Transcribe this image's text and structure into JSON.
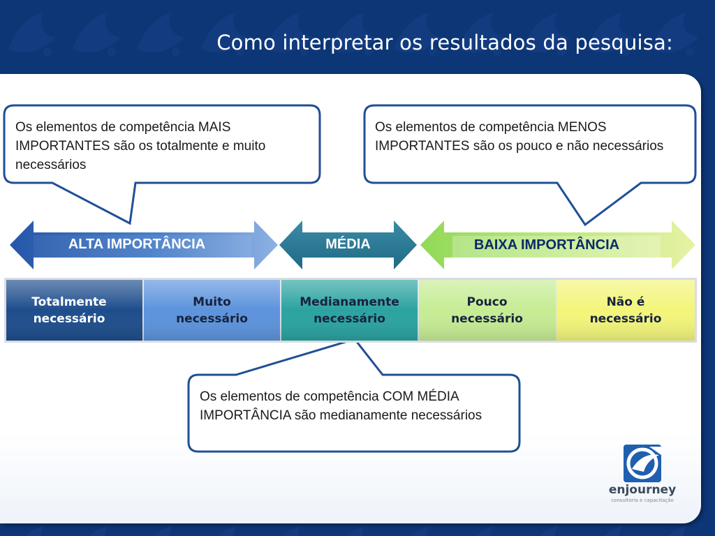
{
  "title": "Como interpretar os resultados da pesquisa:",
  "callouts": {
    "mais": "Os elementos de competência MAIS IMPORTANTES são os totalmente e muito necessários",
    "menos": "Os elementos de competência MENOS IMPORTANTES são os pouco e não necessários",
    "media": "Os elementos de competência COM MÉDIA IMPORTÂNCIA são medianamente necessários"
  },
  "arrows": {
    "alta": "ALTA IMPORTÂNCIA",
    "media": "MÉDIA",
    "baixa": "BAIXA IMPORTÂNCIA"
  },
  "scale": {
    "s1": {
      "line1": "Totalmente",
      "line2": "necessário"
    },
    "s2": {
      "line1": "Muito",
      "line2": "necessário"
    },
    "s3": {
      "line1": "Medianamente",
      "line2": "necessário"
    },
    "s4": {
      "line1": "Pouco",
      "line2": "necessário"
    },
    "s5": {
      "line1": "Não é",
      "line2": "necessário"
    }
  },
  "brand": {
    "name": "enjourney",
    "tagline": "consultoria e capacitação",
    "icon": "enjourney-logo-icon"
  },
  "colors": {
    "background": "#0d3677",
    "alta": "#2f63b3",
    "media": "#2b7a96",
    "baixa": "#a8e06c",
    "totalmente": "#1e4d8c",
    "muito": "#5c93dc",
    "medianamente": "#2aa3a0",
    "pouco": "#c6ec94",
    "nao": "#f3f57a"
  }
}
